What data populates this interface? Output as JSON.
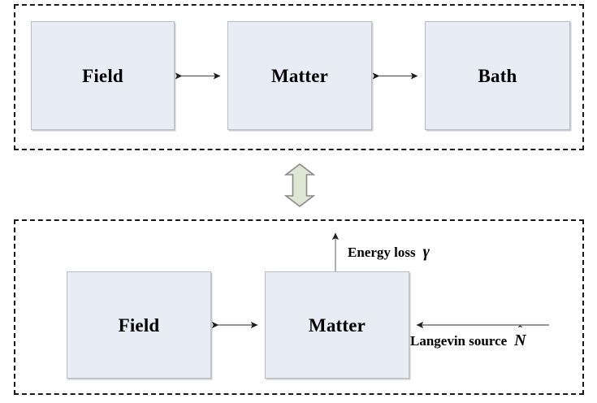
{
  "figure": {
    "type": "block-diagram",
    "description": "Two equivalent model representations of a field-matter-bath open quantum system",
    "panels": [
      {
        "id": "full-model",
        "nodes": [
          {
            "id": "field",
            "label": "Field"
          },
          {
            "id": "matter",
            "label": "Matter"
          },
          {
            "id": "bath",
            "label": "Bath"
          }
        ],
        "connections": [
          {
            "from": "field",
            "to": "matter",
            "style": "double-arrow",
            "label": ""
          },
          {
            "from": "matter",
            "to": "bath",
            "style": "double-arrow",
            "label": ""
          }
        ]
      },
      {
        "id": "reduced-model",
        "nodes": [
          {
            "id": "field",
            "label": "Field"
          },
          {
            "id": "matter",
            "label": "Matter"
          }
        ],
        "connections": [
          {
            "from": "field",
            "to": "matter",
            "style": "double-arrow",
            "label": ""
          }
        ],
        "annotations": [
          {
            "id": "energy-loss",
            "text": "Energy loss",
            "symbol": "γ",
            "arrow": "outgoing-up",
            "attached_to": "matter"
          },
          {
            "id": "langevin-source",
            "text": "Langevin source",
            "symbol": "N",
            "symbol_accent": "hat",
            "arrow": "incoming-left",
            "attached_to": "matter"
          }
        ]
      }
    ],
    "equivalence_arrow": {
      "id": "equivalence",
      "style": "double-headed-vertical-block-arrow",
      "label": ""
    },
    "colors": {
      "box_fill": "#e8ecf5",
      "box_border": "#b9bcc4",
      "panel_border": "#1a1a1a",
      "arrow": "#2b2b2b",
      "equivalence_fill": "#dde5d3",
      "equivalence_border": "#8a8a8a",
      "text": "#000000"
    }
  }
}
